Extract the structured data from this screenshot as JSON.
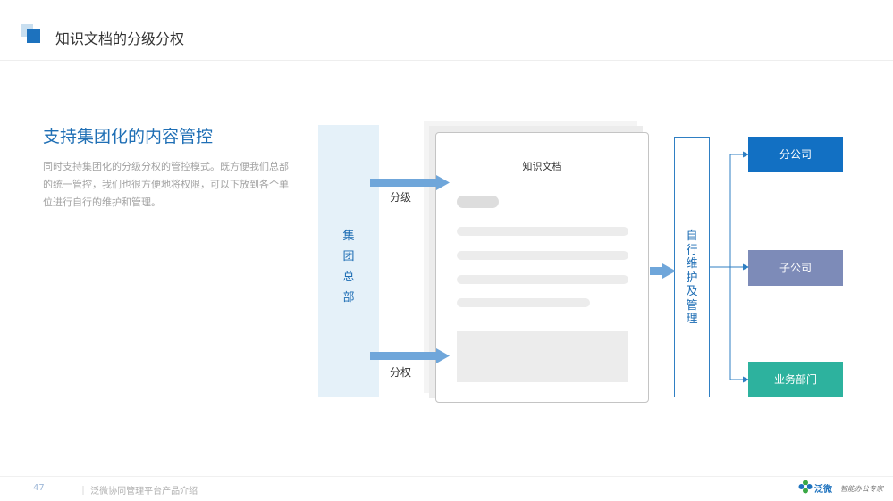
{
  "header": {
    "title": "知识文档的分级分权"
  },
  "section": {
    "title": "支持集团化的内容管控",
    "description": "同时支持集团化的分级分权的管控模式。既方便我们总部的统一管控，我们也很方便地将权限，可以下放到各个单位进行自行的维护和管理。"
  },
  "diagram": {
    "group_label": "集团总部",
    "document_title": "知识文档",
    "arrow_top_label": "分级",
    "arrow_bottom_label": "分权",
    "maintenance_label": "自行维护及管理",
    "units": [
      "分公司",
      "子公司",
      "业务部门"
    ],
    "colors": {
      "arrow": "#6fa6da",
      "line": "#2f7fc3",
      "unit_branch": "#1270c3",
      "unit_subsidiary": "#7d8bb8",
      "unit_department": "#2db29e"
    }
  },
  "footer": {
    "page_number": "47",
    "text": "｜ 泛微协同管理平台产品介绍",
    "logo_text": "泛微",
    "logo_slogan": "智能办公专家"
  }
}
